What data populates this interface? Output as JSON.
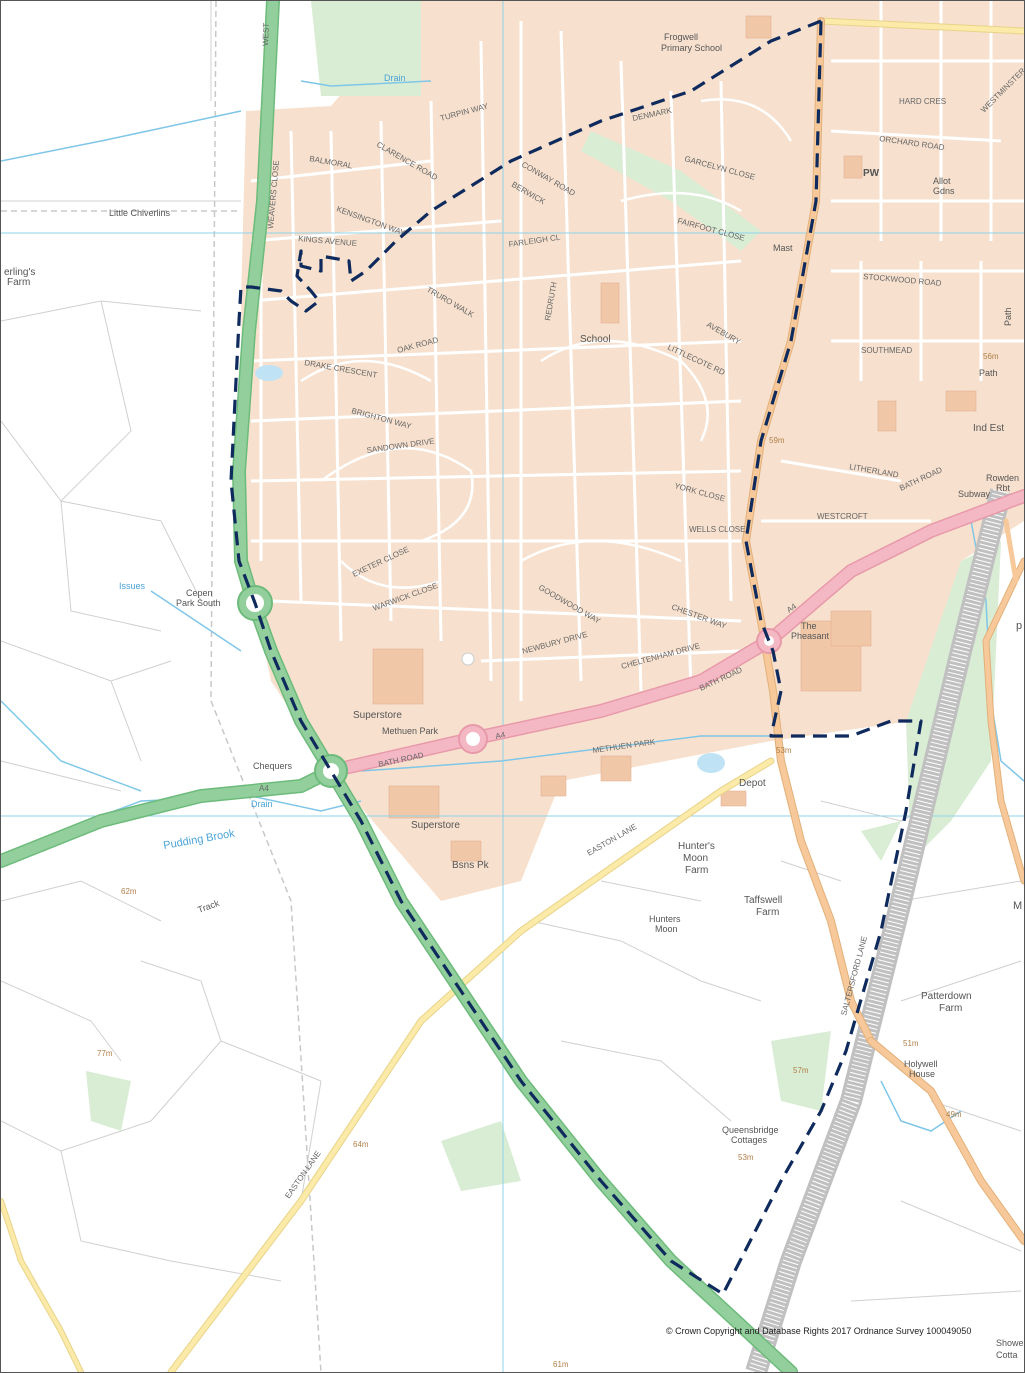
{
  "labels": {
    "frogwell_school": "Frogwell",
    "frogwell_school_2": "Primary School",
    "pw": "PW",
    "allot": "Allot",
    "allot_2": "Gdns",
    "little_chiverlins": "Little Chiverlins",
    "sterlings_farm": "erling's",
    "sterlings_farm_2": "Farm",
    "school": "School",
    "mast": "Mast",
    "ind_est": "Ind Est",
    "rowden": "Rowden",
    "rowden_2": "Rbt",
    "subway": "Subway",
    "cepen": "Cepen",
    "cepen_2": "Park South",
    "issues": "Issues",
    "the_pheasant": "The",
    "the_pheasant_2": "Pheasant",
    "superstore_1": "Superstore",
    "methuen_park": "Methuen Park",
    "chequers": "Chequers",
    "superstore_2": "Superstore",
    "depot": "Depot",
    "bsns_pk": "Bsns Pk",
    "hunters_moon_farm": "Hunter's",
    "hunters_moon_farm_2": "Moon",
    "hunters_moon_farm_3": "Farm",
    "hunters_moon": "Hunters",
    "hunters_moon_2": "Moon",
    "taffswell": "Taffswell",
    "taffswell_2": "Farm",
    "patterdown": "Patterdown",
    "patterdown_2": "Farm",
    "holywell": "Holywell",
    "holywell_2": "House",
    "queensbridge": "Queensbridge",
    "queensbridge_2": "Cottages",
    "pudding_brook": "Pudding Brook",
    "drain_1": "Drain",
    "drain_2": "Drain",
    "track": "Track",
    "path_1": "Path",
    "path_2": "Path",
    "showe": "Showe",
    "cotta": "Cotta",
    "m_edge": "M",
    "p_edge": "p"
  },
  "roads": {
    "bath_road_1": "BATH ROAD",
    "bath_road_2": "BATH ROAD",
    "a4_1": "A4",
    "a4_2": "A4",
    "a4_3": "A4",
    "methuen_park_road": "METHUEN PARK",
    "easton_lane_1": "EASTON LANE",
    "easton_lane_2": "EASTON LANE",
    "saltersford_lane": "SALTERSFORD LANE",
    "west_cepen_way": "WEST",
    "orchard_road": "ORCHARD ROAD",
    "stockwood_road": "STOCKWOOD ROAD",
    "southmead": "SOUTHMEAD",
    "litherland": "LITHERLAND",
    "westcroft": "WESTCROFT",
    "wells_close": "WELLS CLOSE",
    "york_close": "YORK CLOSE",
    "chester_way": "CHESTER WAY",
    "cheltenham_drive": "CHELTENHAM DRIVE",
    "newbury_drive": "NEWBURY DRIVE",
    "goodwood_way": "GOODWOOD WAY",
    "exeter_close": "EXETER CLOSE",
    "warwick_close": "WARWICK CLOSE",
    "sandown_drive": "SANDOWN DRIVE",
    "brighton_way": "BRIGHTON WAY",
    "oak_road": "OAK ROAD",
    "drake_crescent": "DRAKE CRESCENT",
    "kings_avenue": "KINGS AVENUE",
    "kensington_way": "KENSINGTON WAY",
    "balmoral": "BALMORAL",
    "clarence_road": "CLARENCE ROAD",
    "weavers_close": "WEAVERS CLOSE",
    "turpin_way": "TURPIN WAY",
    "conway_road": "CONWAY ROAD",
    "berwick": "BERWICK",
    "fairfoot_close": "FAIRFOOT CLOSE",
    "fairleigh_cl": "FARLEIGH CL",
    "truro_walk": "TRURO WALK",
    "redruth": "REDRUTH",
    "littlecote_rd": "LITTLECOTE RD",
    "avebury": "AVEBURY",
    "garcelyn_close": "GARCELYN CLOSE",
    "hard_cres": "HARD CRES",
    "westminster": "WESTMINSTER",
    "denmark": "DENMARK",
    "bath_road_3": "BATH ROAD"
  },
  "heights": {
    "h1": "56m",
    "h2": "59m",
    "h3": "53m",
    "h4": "62m",
    "h5": "77m",
    "h6": "64m",
    "h7": "57m",
    "h8": "51m",
    "h9": "49m",
    "h10": "53m",
    "h11": "61m"
  },
  "copyright": "© Crown Copyright and Database Rights 2017 Ordnance Survey 100049050",
  "colors": {
    "a_road_green": "#93cf9c",
    "a_road_pink": "#f4b8c4",
    "b_road": "#f7c99a",
    "minor_road": "#fbeaa8",
    "urban": "#f6dcc6",
    "boundary": "#0f2a5c",
    "water": "#7fc6e8",
    "grid": "#8ed3ea"
  }
}
